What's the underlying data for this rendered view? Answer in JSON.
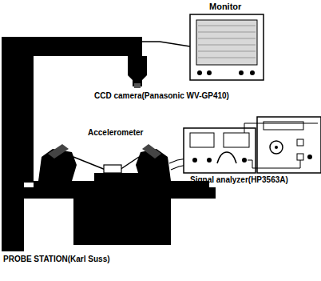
{
  "diagram": {
    "labels": [
      "Monitor",
      "CCD camera(Panasonic WV-GP410)",
      "Accelerometer",
      "Signal analyzer(HP3563A)",
      "PROBE STATION(Karl Suss)"
    ]
  }
}
